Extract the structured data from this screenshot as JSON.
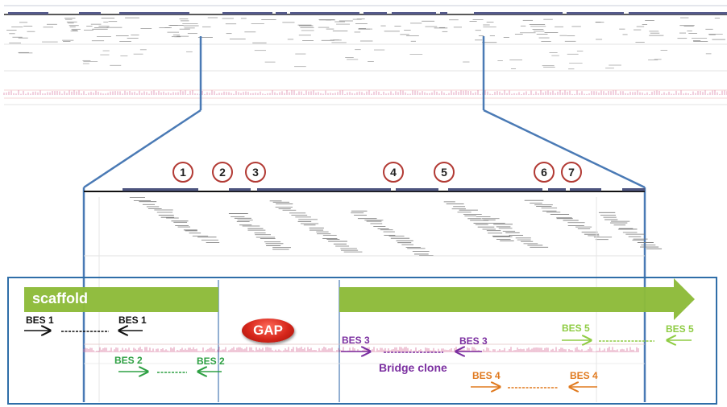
{
  "colors": {
    "frame": "#2f6ea8",
    "zoom_lines": "#4a7ab5",
    "scaffold_arrow": "#8dbb3a",
    "gap": "#d6261b",
    "bes1": "#111111",
    "bes2": "#2ea043",
    "bes3": "#7b2fa0",
    "bes4": "#e07a1f",
    "bes5": "#8fcc44",
    "circle_border": "#b23a34",
    "track": "#555a8a"
  },
  "markers": [
    "1",
    "2",
    "3",
    "4",
    "5",
    "6",
    "7"
  ],
  "scaffold": {
    "label": "scaffold"
  },
  "gap": {
    "label": "GAP"
  },
  "bes": {
    "bes1_left": "BES 1",
    "bes1_right": "BES 1",
    "bes2_left": "BES 2",
    "bes2_right": "BES 2",
    "bes3_left": "BES 3",
    "bes3_right": "BES 3",
    "bes4_left": "BES 4",
    "bes4_right": "BES 4",
    "bes5_left": "BES 5",
    "bes5_right": "BES 5"
  },
  "bridge_clone": {
    "label": "Bridge clone"
  }
}
